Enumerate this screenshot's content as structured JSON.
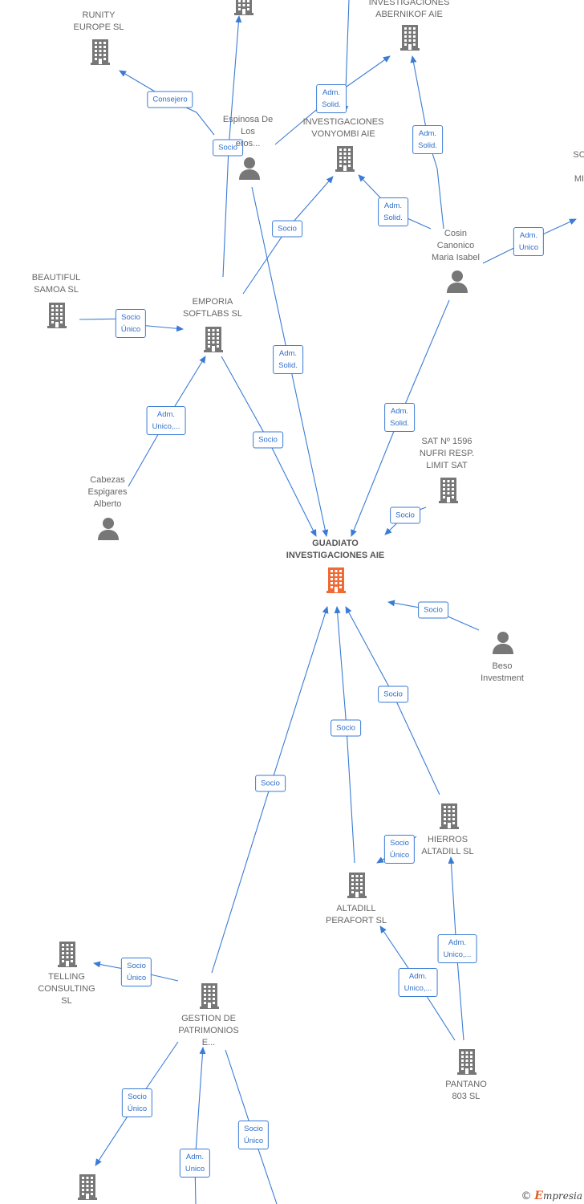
{
  "colors": {
    "edge": "#3a7bd5",
    "icon": "#777777",
    "focus_icon": "#f06a35",
    "label": "#666666"
  },
  "nodes": [
    {
      "id": "runity",
      "type": "company",
      "lines": [
        "RUNITY",
        "EUROPE  SL"
      ]
    },
    {
      "id": "top_partial",
      "type": "company",
      "lines": []
    },
    {
      "id": "abernikof",
      "type": "company",
      "lines": [
        "INVESTIGACIONES",
        "ABERNIKOF AIE"
      ]
    },
    {
      "id": "espinosa",
      "type": "person",
      "lines": [
        "Espinosa De",
        "Los",
        "eros..."
      ]
    },
    {
      "id": "vonyombi",
      "type": "company",
      "lines": [
        "INVESTIGACIONES",
        "VONYOMBI AIE"
      ]
    },
    {
      "id": "cosin",
      "type": "person",
      "lines": [
        "Cosin",
        "Canonico",
        "Maria Isabel"
      ]
    },
    {
      "id": "right_partial",
      "type": "text",
      "lines": [
        "SC",
        "",
        "MI"
      ]
    },
    {
      "id": "beautiful",
      "type": "company",
      "lines": [
        "BEAUTIFUL",
        "SAMOA SL"
      ]
    },
    {
      "id": "emporia",
      "type": "company",
      "lines": [
        "EMPORIA",
        "SOFTLABS  SL"
      ]
    },
    {
      "id": "sat1596",
      "type": "company",
      "lines": [
        "SAT Nº 1596",
        "NUFRI RESP.",
        "LIMIT SAT"
      ]
    },
    {
      "id": "cabezas",
      "type": "person",
      "lines": [
        "Cabezas",
        "Espigares",
        "Alberto"
      ]
    },
    {
      "id": "guadiato",
      "type": "focus",
      "lines": [
        "GUADIATO",
        "INVESTIGACIONES AIE"
      ]
    },
    {
      "id": "beso",
      "type": "person",
      "lines": [
        "Beso",
        "Investment"
      ]
    },
    {
      "id": "hierros",
      "type": "company",
      "lines": [
        "HIERROS",
        "ALTADILL SL"
      ]
    },
    {
      "id": "altadill",
      "type": "company",
      "lines": [
        "ALTADILL",
        "PERAFORT SL"
      ]
    },
    {
      "id": "telling",
      "type": "company",
      "lines": [
        "TELLING",
        "CONSULTING",
        "SL"
      ]
    },
    {
      "id": "gestion",
      "type": "company",
      "lines": [
        "GESTION DE",
        "PATRIMONIOS",
        "E..."
      ]
    },
    {
      "id": "pantano",
      "type": "company",
      "lines": [
        "PANTANO",
        "803   SL"
      ]
    },
    {
      "id": "bottom_left",
      "type": "company",
      "lines": []
    }
  ],
  "edges": [
    {
      "label": "Consejero"
    },
    {
      "label": "Socio"
    },
    {
      "label": "Adm. Solid."
    },
    {
      "label": "Adm. Solid."
    },
    {
      "label": "Adm. Solid."
    },
    {
      "label": "Socio"
    },
    {
      "label": "Adm. Solid."
    },
    {
      "label": "Adm. Unico"
    },
    {
      "label": "Socio Único"
    },
    {
      "label": "Adm. Solid."
    },
    {
      "label": "Adm. Unico,..."
    },
    {
      "label": "Socio"
    },
    {
      "label": "Adm. Solid."
    },
    {
      "label": "Socio"
    },
    {
      "label": "Socio"
    },
    {
      "label": "Socio"
    },
    {
      "label": "Socio"
    },
    {
      "label": "Socio"
    },
    {
      "label": "Socio Único"
    },
    {
      "label": "Adm. Unico,..."
    },
    {
      "label": "Adm. Unico,..."
    },
    {
      "label": "Socio Único"
    },
    {
      "label": "Socio Único"
    },
    {
      "label": "Adm. Unico"
    },
    {
      "label": "Socio Único"
    }
  ],
  "footer": {
    "copyright": "©",
    "brand_initial": "E",
    "brand_rest": "mpresia"
  }
}
